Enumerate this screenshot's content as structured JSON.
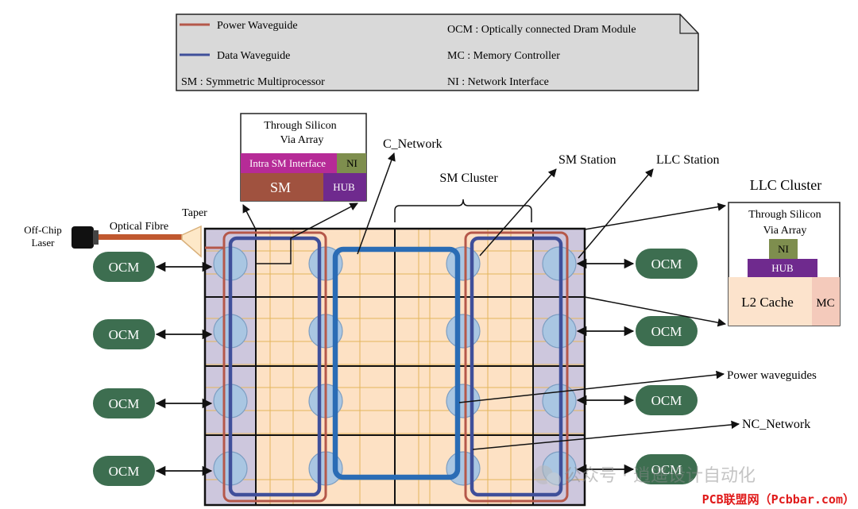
{
  "legend": {
    "power_waveguide": "Power Waveguide",
    "data_waveguide": "Data Waveguide",
    "sm": "SM : Symmetric Multiprocessor",
    "ocm": "OCM : Optically connected Dram Module",
    "mc": "MC : Memory Controller",
    "ni": "NI : Network Interface"
  },
  "sm_detail": {
    "tsv_line1": "Through Silicon",
    "tsv_line2": "Via Array",
    "intra": "Intra SM Interface",
    "ni": "NI",
    "sm": "SM",
    "hub": "HUB"
  },
  "llc_detail": {
    "title": "LLC Cluster",
    "tsv_line1": "Through Silicon",
    "tsv_line2": "Via Array",
    "ni": "NI",
    "hub": "HUB",
    "l2": "L2 Cache",
    "mc": "MC"
  },
  "labels": {
    "c_network": "C_Network",
    "sm_cluster": "SM Cluster",
    "sm_station": "SM Station",
    "llc_station": "LLC Station",
    "power_waveguides": "Power waveguides",
    "nc_network": "NC_Network",
    "taper": "Taper",
    "optical_fibre": "Optical Fibre",
    "laser_line1": "Off-Chip",
    "laser_line2": "Laser"
  },
  "ocm_label": "OCM",
  "watermark": {
    "text": "公众号 · 逍遥设计自动化",
    "site": "PCB联盟网（Pcbbar.com）"
  },
  "colors": {
    "power": "#b5584a",
    "data": "#3f4f9a",
    "c_network": "#2a6cb5",
    "ocm_fill": "#3d6e50",
    "sm_box": "#a0523f",
    "intra": "#b62b97",
    "hub": "#6f2a8e",
    "ni": "#7e8e4e",
    "l2": "#fce3cc",
    "mc": "#f4cabb",
    "chip_cells": "#fde1c4",
    "chip_edge": "#cdc7dd",
    "station": "#a9c6e2",
    "site_red": "#e01b1b"
  }
}
